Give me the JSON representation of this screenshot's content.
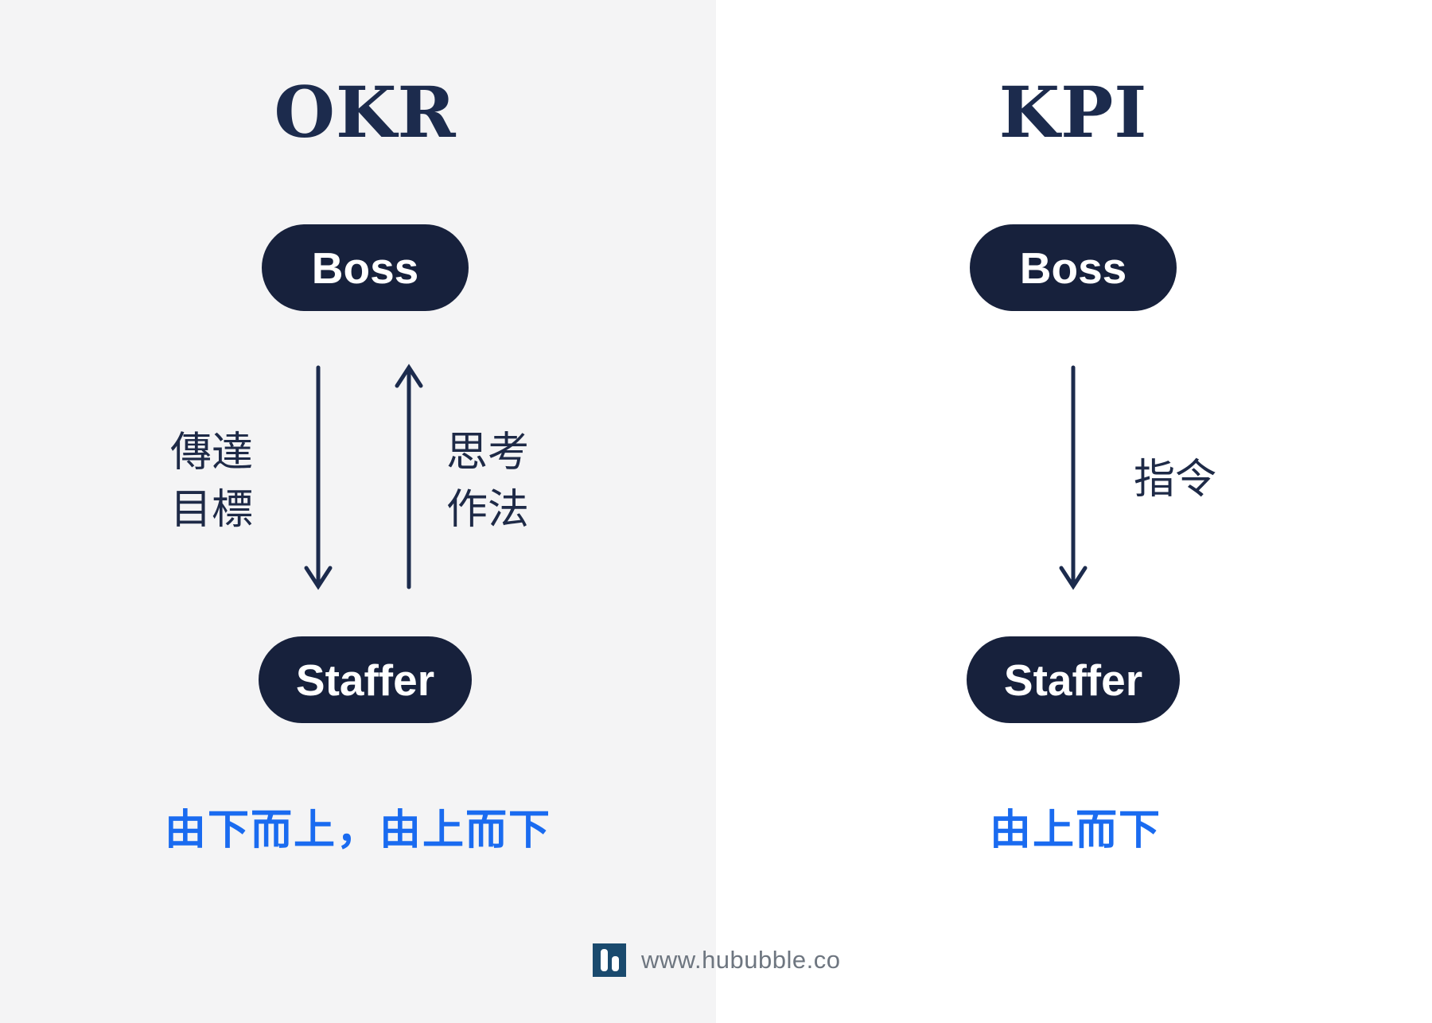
{
  "page": {
    "type": "comparison-diagram",
    "left_background": "#f4f4f5",
    "right_background": "#ffffff"
  },
  "colors": {
    "navy_pill": "#17213c",
    "navy_text": "#1c2b4d",
    "accent_blue": "#1a6bf0",
    "logo_blue": "#1a4a6e",
    "url_gray": "#6e7680"
  },
  "columns": [
    {
      "id": "okr",
      "title": "OKR",
      "top_node": "Boss",
      "bottom_node": "Staffer",
      "arrows": [
        {
          "direction": "down",
          "label_lines": [
            "傳達",
            "目標"
          ]
        },
        {
          "direction": "up",
          "label_lines": [
            "思考",
            "作法"
          ]
        }
      ],
      "summary": "由下而上，由上而下"
    },
    {
      "id": "kpi",
      "title": "KPI",
      "top_node": "Boss",
      "bottom_node": "Staffer",
      "arrows": [
        {
          "direction": "down",
          "label_lines": [
            "指令"
          ]
        }
      ],
      "summary": "由上而下"
    }
  ],
  "footer": {
    "logo": "hububble-logo",
    "url": "www.hububble.co"
  }
}
